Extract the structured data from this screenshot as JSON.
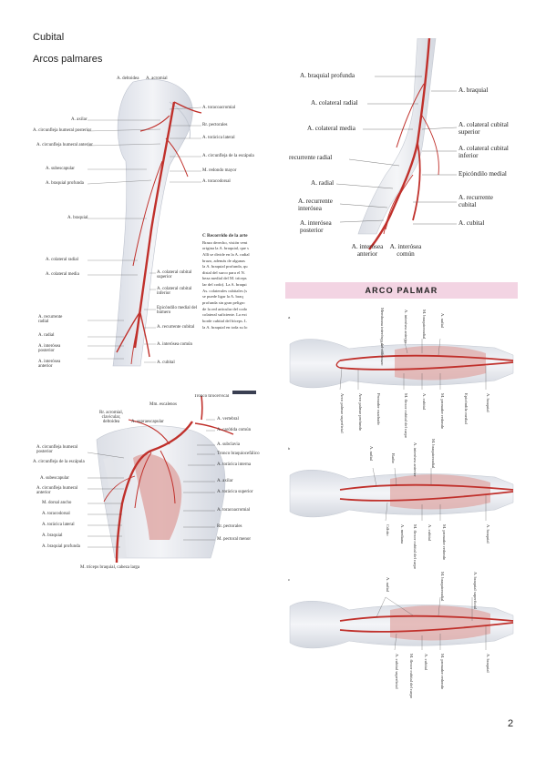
{
  "header": {
    "title": "Cubital",
    "subtitle": "Arcos palmares"
  },
  "banner": "ARCO PALMAR",
  "page_number": "2",
  "figure_upper_left": {
    "labels": [
      "A. deltoidea",
      "A. acromial",
      "A. toracoacromial",
      "A. axilar",
      "A. circunfleja humeral posterior",
      "Rr. pectorales",
      "A. torácica lateral",
      "A. circunfleja humeral anterior",
      "A. circunfleja de la escápula",
      "A. subescapular",
      "M. redondo mayor",
      "A. braquial profunda",
      "A. toracodorsal",
      "A. braquial",
      "A. colateral radial",
      "A. colateral media",
      "A. colateral cubital superior",
      "A. colateral cubital inferior",
      "Epicóndilo medial del húmero",
      "A. recurrente radial",
      "A. radial",
      "A. recurrente cubital",
      "A. interósea posterior",
      "A. interósea común",
      "A. interósea anterior",
      "A. cubital"
    ],
    "text_heading": "C  Recorrido de la arte",
    "text_lines": [
      "Brazo derecho, visión vent",
      "origina la A. braquial, que s",
      "Allí se divide en la A. radial",
      "brazo, además de algunas",
      "la A. braquial profunda, qu",
      "distal del surco para el N.",
      "beza medial del M. tríceps",
      "lar del codo). La A. braqui",
      "As. colaterales cubitales (s",
      "se puede ligar la A. braq",
      "profunda sin gran peligro",
      "de la red articular del codo",
      "colateral suficiente. La ext",
      "borde cubital del bíceps. L",
      "la A. braquial en toda su lo"
    ]
  },
  "figure_upper_right": {
    "labels": [
      "A. braquial profunda",
      "A. braquial",
      "A. colateral radial",
      "A. colateral cubital superior",
      "A. colateral media",
      "A. colateral cubital inferior",
      "recurrente radial",
      "Epicóndilo medial",
      "A. radial",
      "A. recurrente cubital",
      "A. recurrente interósea",
      "A. interósea posterior",
      "A. cubital",
      "A. interósea anterior",
      "A. interósea común"
    ]
  },
  "figure_lower_left": {
    "labels": [
      "Tronco tirocervical",
      "Mm. escalenos",
      "Rr. acromial, clavicular, deltoidea",
      "A. supraescapular",
      "A. vertebral",
      "A. carótida común",
      "A. circunfleja humeral posterior",
      "A. circunfleja de la escápula",
      "A. subclavia",
      "Tronco braquiocefálico",
      "A. torácica interna",
      "A. subescapular",
      "A. circunfleja humeral anterior",
      "A. axilar",
      "M. dorsal ancho",
      "A. torácica superior",
      "A. toracodorsal",
      "A. toracoacromial",
      "A. torácica lateral",
      "Rr. pectorales",
      "A. braquial",
      "M. pectoral menor",
      "A. braquial profunda",
      "M. tríceps braquial, cabeza larga"
    ]
  },
  "figure_lower_right": {
    "panels": [
      {
        "letter": "a",
        "labels": [
          "Membrana interósea del antebrazo",
          "A. interósea anterior",
          "M. braquiorradial",
          "A. radial",
          "Arco palmar superficial",
          "Arco palmar profundo",
          "Pronador cuadrado",
          "M. flexor cubital del carpo",
          "A. cubital",
          "M. pronador redondo",
          "Epicóndilo medial",
          "A. braquial"
        ]
      },
      {
        "letter": "b",
        "labels": [
          "A. radial",
          "Radio",
          "A. interósea anterior",
          "M. braquiorradial",
          "Cúbito",
          "A. mediana",
          "M. flexor cubital del carpo",
          "A. cubital",
          "M. pronador redondo",
          "A. braquial"
        ]
      },
      {
        "letter": "c",
        "labels": [
          "A. radial",
          "M. braquiorradial",
          "A. braquial superficial",
          "A. cubital superficial",
          "M. flexor cubital del carpo",
          "A. cubital",
          "M. pronador redondo",
          "A. braquial"
        ]
      }
    ]
  },
  "colors": {
    "artery": "#c0302b",
    "banner": "#f3d4e3",
    "muscle": "#d99a98",
    "bone": "#e8e6ea"
  }
}
